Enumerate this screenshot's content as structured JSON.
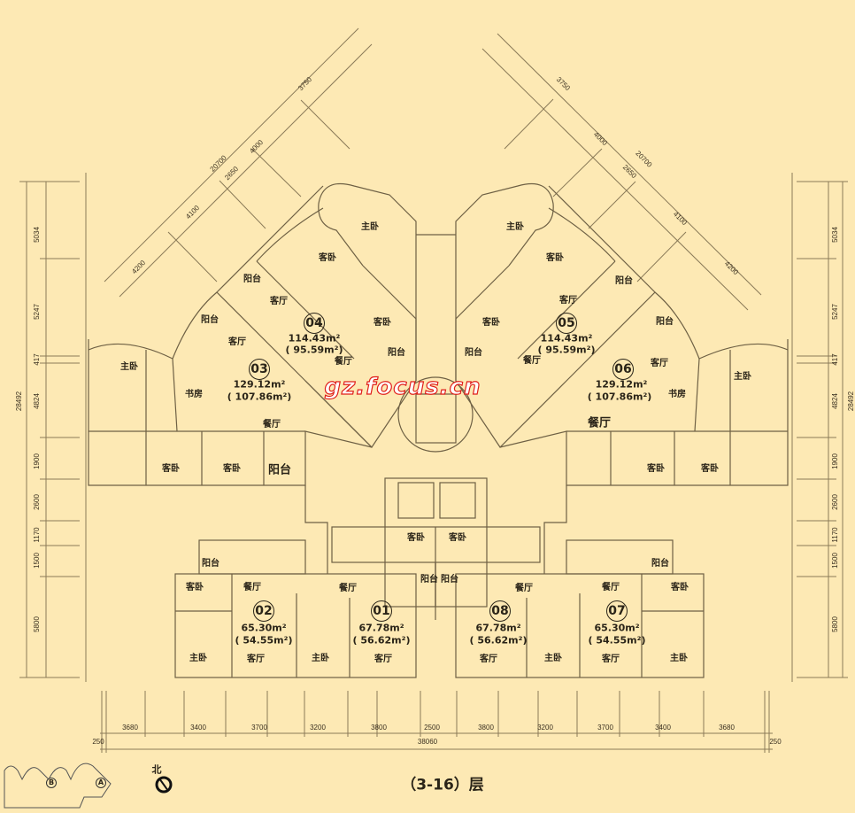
{
  "colors": {
    "paper": "#fde9b4",
    "line": "#8a7a58",
    "watermark": "#e0201a"
  },
  "title": "（3-16）层",
  "north_label": "北",
  "watermark": "gz.focus.cn",
  "key_plan": {
    "labels": [
      "B",
      "A"
    ]
  },
  "units": [
    {
      "id": "04",
      "area": "114.43m²",
      "net_area": "( 95.59m²)",
      "rooms": [
        "主卧",
        "客卧",
        "阳台",
        "客厅",
        "阳台",
        "客厅",
        "客卧",
        "阳台",
        "餐厅"
      ]
    },
    {
      "id": "03",
      "area": "129.12m²",
      "net_area": "( 107.86m²)",
      "rooms": [
        "主卧",
        "书房",
        "餐厅",
        "客卧",
        "客卧",
        "阳台"
      ]
    },
    {
      "id": "05",
      "area": "114.43m²",
      "net_area": "( 95.59m²)",
      "rooms": [
        "主卧",
        "客卧",
        "阳台",
        "客厅",
        "阳台",
        "客卧",
        "阳台",
        "餐厅"
      ]
    },
    {
      "id": "06",
      "area": "129.12m²",
      "net_area": "( 107.86m²)",
      "rooms": [
        "客厅",
        "主卧",
        "书房",
        "餐厅",
        "客卧",
        "客卧"
      ]
    },
    {
      "id": "02",
      "area": "65.30m²",
      "net_area": "( 54.55m²)",
      "rooms": [
        "阳台",
        "客卧",
        "餐厅",
        "主卧",
        "客厅"
      ]
    },
    {
      "id": "01",
      "area": "67.78m²",
      "net_area": "( 56.62m²)",
      "rooms": [
        "客卧",
        "阳台",
        "餐厅",
        "主卧",
        "客厅"
      ]
    },
    {
      "id": "08",
      "area": "67.78m²",
      "net_area": "( 56.62m²)",
      "rooms": [
        "客卧",
        "阳台",
        "餐厅",
        "客厅",
        "主卧"
      ]
    },
    {
      "id": "07",
      "area": "65.30m²",
      "net_area": "( 54.55m²)",
      "rooms": [
        "阳台",
        "客卧",
        "餐厅",
        "客厅",
        "主卧"
      ]
    }
  ],
  "dimensions": {
    "vertical": [
      "5034",
      "5247",
      "417",
      "4824",
      "1900",
      "2600",
      "1170",
      "1500",
      "5800"
    ],
    "vertical_total": "28492",
    "bottom": [
      "3680",
      "3400",
      "3700",
      "3200",
      "3800",
      "2500",
      "3800",
      "3200",
      "3700",
      "3400",
      "3680"
    ],
    "bottom_total": "38060",
    "bottom_edges": [
      "250",
      "250"
    ],
    "diagonal_left": [
      "4200",
      "4100",
      "2650",
      "4000",
      "3750"
    ],
    "diagonal_right": [
      "3750",
      "4000",
      "2650",
      "4100",
      "4200"
    ],
    "diagonal_total": "20700"
  }
}
